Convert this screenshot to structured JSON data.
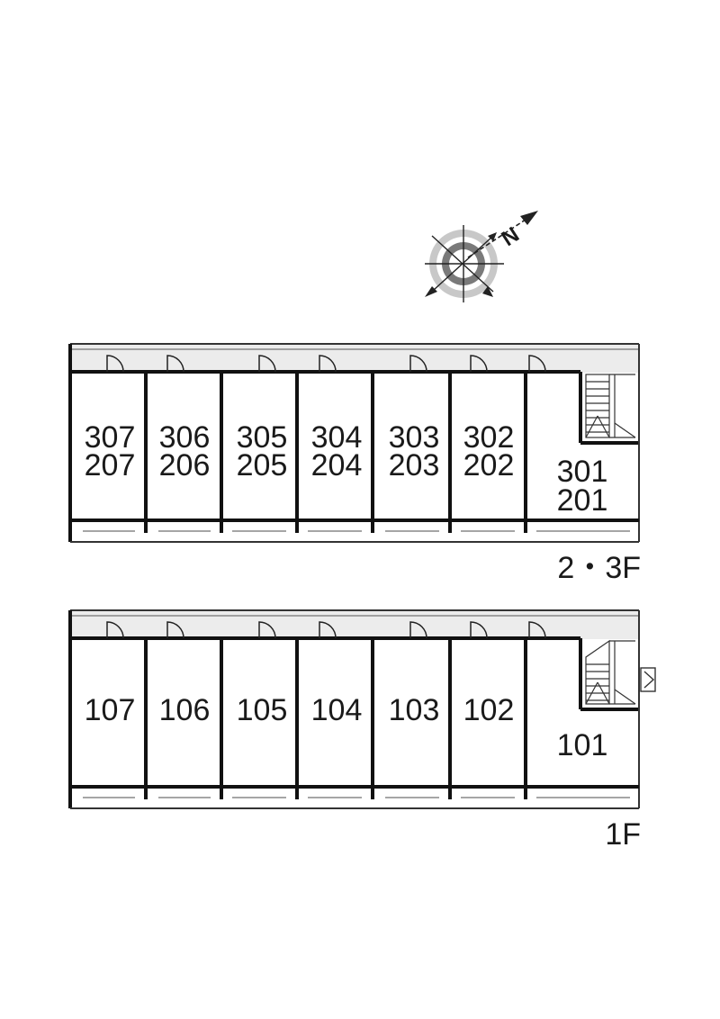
{
  "compass": {
    "north_label": "N"
  },
  "upper_floor": {
    "floor_label": "2・3F",
    "units": [
      {
        "top": "307",
        "bottom": "207"
      },
      {
        "top": "306",
        "bottom": "206"
      },
      {
        "top": "305",
        "bottom": "205"
      },
      {
        "top": "304",
        "bottom": "204"
      },
      {
        "top": "303",
        "bottom": "203"
      },
      {
        "top": "302",
        "bottom": "202"
      },
      {
        "top": "301",
        "bottom": "201"
      }
    ]
  },
  "ground_floor": {
    "floor_label": "1F",
    "units": [
      {
        "label": "107"
      },
      {
        "label": "106"
      },
      {
        "label": "105"
      },
      {
        "label": "104"
      },
      {
        "label": "103"
      },
      {
        "label": "102"
      },
      {
        "label": "101"
      }
    ]
  }
}
